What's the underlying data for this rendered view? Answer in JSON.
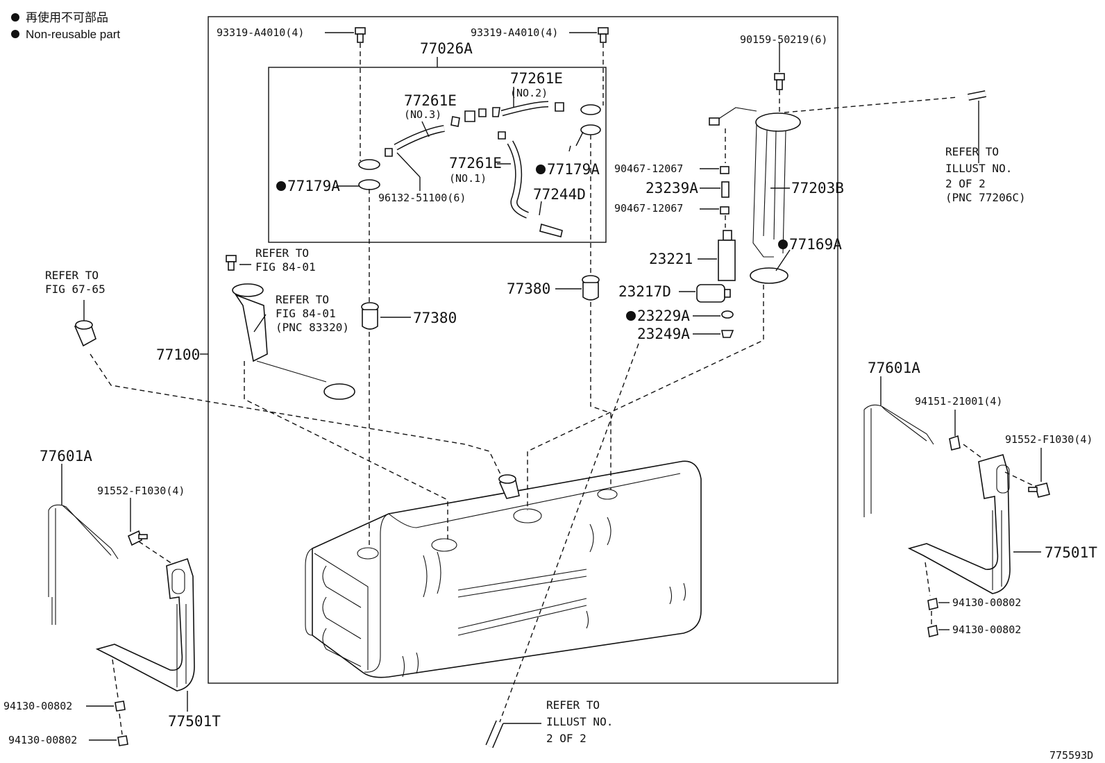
{
  "legend": {
    "bullet": "●",
    "japanese": "再使用不可部品",
    "english": "Non-reusable part"
  },
  "diagram_code": "775593D",
  "parts": {
    "p_93319_left": "93319-A4010(4)",
    "p_93319_right": "93319-A4010(4)",
    "p_77026A": "77026A",
    "p_90159": "90159-50219(6)",
    "p_77261E_no2": "77261E",
    "p_no2": "(NO.2)",
    "p_77261E_no3": "77261E",
    "p_no3": "(NO.3)",
    "p_77261E_no1": "77261E",
    "p_no1": "(NO.1)",
    "p_77179A_right": "77179A",
    "p_77179A_left": "77179A",
    "p_96132": "96132-51100(6)",
    "p_77244D": "77244D",
    "p_90467_a": "90467-12067",
    "p_23239A": "23239A",
    "p_77203B": "77203B",
    "p_90467_b": "90467-12067",
    "p_77169A": "77169A",
    "p_23221": "23221",
    "p_77380_right": "77380",
    "p_23217D": "23217D",
    "p_23229A": "23229A",
    "p_23249A": "23249A",
    "p_77380_left": "77380",
    "p_77100": "77100",
    "p_77601A_left": "77601A",
    "p_91552_left": "91552-F1030(4)",
    "p_77601A_right": "77601A",
    "p_94151": "94151-21001(4)",
    "p_91552_right": "91552-F1030(4)",
    "p_77501T_right": "77501T",
    "p_94130_r1": "94130-00802",
    "p_94130_r2": "94130-00802",
    "p_94130_l1": "94130-00802",
    "p_94130_l2": "94130-00802",
    "p_77501T_left": "77501T"
  },
  "references": {
    "ref_8401_a_1": "REFER TO",
    "ref_8401_a_2": "FIG 84-01",
    "ref_8401_b_1": "REFER TO",
    "ref_8401_b_2": "FIG 84-01",
    "ref_8401_b_3": "(PNC 83320)",
    "ref_6765_1": "REFER TO",
    "ref_6765_2": "FIG 67-65",
    "ref_illust_r_1": "REFER TO",
    "ref_illust_r_2": "ILLUST NO.",
    "ref_illust_r_3": "2 OF 2",
    "ref_illust_r_4": "(PNC 77206C)",
    "ref_illust_b_1": "REFER TO",
    "ref_illust_b_2": "ILLUST NO.",
    "ref_illust_b_3": "2 OF 2"
  },
  "non_reusable": [
    "77179A",
    "77169A",
    "23229A"
  ]
}
